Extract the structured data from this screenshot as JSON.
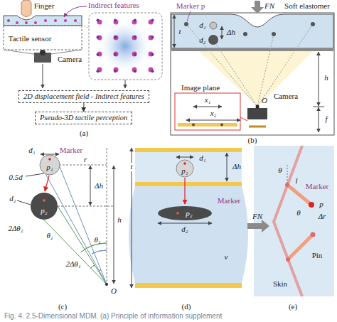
{
  "diagram": {
    "caption": "Fig. 4. 2.5-Dimensional MDM. (a) Principle of information supplement",
    "nodes": [
      {
        "text": [
          "2D displacement field - Indirect features"
        ]
      },
      {
        "text": [
          "Pseudo-3D tactile perception"
        ]
      }
    ],
    "edges": [
      {
        "from": 0,
        "to": 1,
        "arrow": "to"
      }
    ],
    "labels": [
      "Finger",
      "Indirect features",
      "Tactile sensor",
      "Camera",
      "(a)",
      "Marker p",
      "FN",
      "Soft elastomer",
      "d₁",
      "d₂",
      "Δh",
      "t",
      "h",
      "Image plane",
      "x₁",
      "x₂",
      "Camera",
      "O",
      "f",
      "(b)",
      "Marker",
      "d₁",
      "r",
      "0.5d",
      "p₁",
      "Δh",
      "h",
      "d₂",
      "p₂",
      "2Δθ₂",
      "θ₂",
      "θ₁",
      "2Δθ₁",
      "O",
      "(c)",
      "d₁",
      "p₁",
      "Δh",
      "t",
      "d₂",
      "p₂",
      "Marker",
      "ν",
      "(d)",
      "FN",
      "θ",
      "l",
      "Marker",
      "p",
      "Δr",
      "θ",
      "Pin",
      "Skin",
      "(e)"
    ]
  }
}
